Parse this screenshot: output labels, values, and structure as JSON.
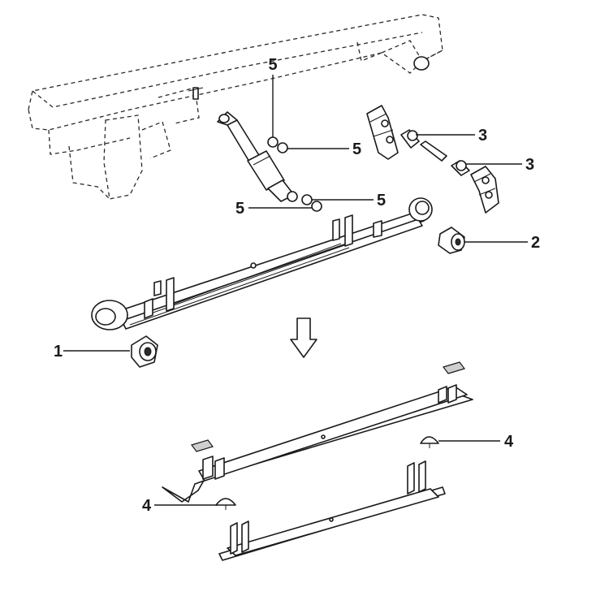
{
  "diagram": {
    "callouts": {
      "c1": "1",
      "c2": "2",
      "c3a": "3",
      "c3b": "3",
      "c4a": "4",
      "c4b": "4",
      "c5a": "5",
      "c5b": "5",
      "c5c": "5",
      "c5d": "5"
    },
    "parts": [
      {
        "id": "1",
        "name": "bushing-front"
      },
      {
        "id": "2",
        "name": "bushing-rear"
      },
      {
        "id": "3",
        "name": "shackle-pin"
      },
      {
        "id": "4",
        "name": "leaf-pad"
      },
      {
        "id": "5",
        "name": "shock-bushing"
      }
    ],
    "colors": {
      "line": "#1a1a1a",
      "background": "#ffffff"
    }
  }
}
